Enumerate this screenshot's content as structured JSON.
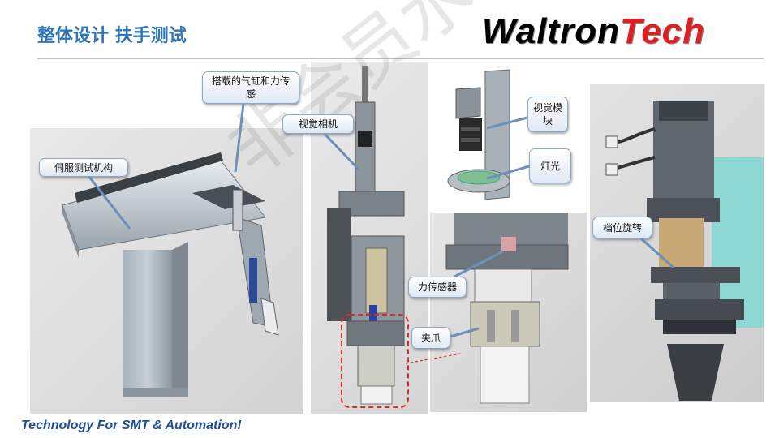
{
  "header": {
    "title": "整体设计 扶手测试",
    "logo_part1": "Waltron",
    "logo_part2": "Tech"
  },
  "callouts": {
    "servo_mechanism": "伺服测试机构",
    "cylinder_force": "搭载的气缸和力传感",
    "vision_camera": "视觉相机",
    "vision_module": "视觉模块",
    "light": "灯光",
    "force_sensor": "力传感器",
    "gripper": "夹爪",
    "rotation": "档位旋转"
  },
  "footer": {
    "tagline": "Technology For SMT & Automation!"
  },
  "colors": {
    "title": "#2e75b6",
    "logo_dark": "#000000",
    "logo_red": "#e02020",
    "footer": "#1f4e9c",
    "highlight_dash": "#d62b2b"
  }
}
